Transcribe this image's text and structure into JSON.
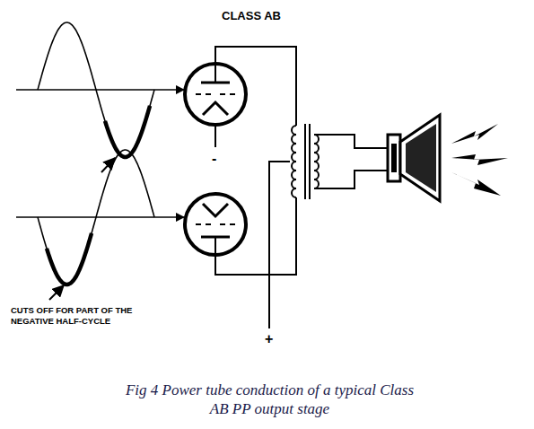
{
  "diagram": {
    "title": "CLASS AB",
    "caption": "Fig 4 Power tube conduction of a typical Class AB PP output stage",
    "labels": [
      "-",
      "+",
      "CUTS OFF FOR PART OF THE NEGATIVE HALF-CYCLE"
    ]
  }
}
